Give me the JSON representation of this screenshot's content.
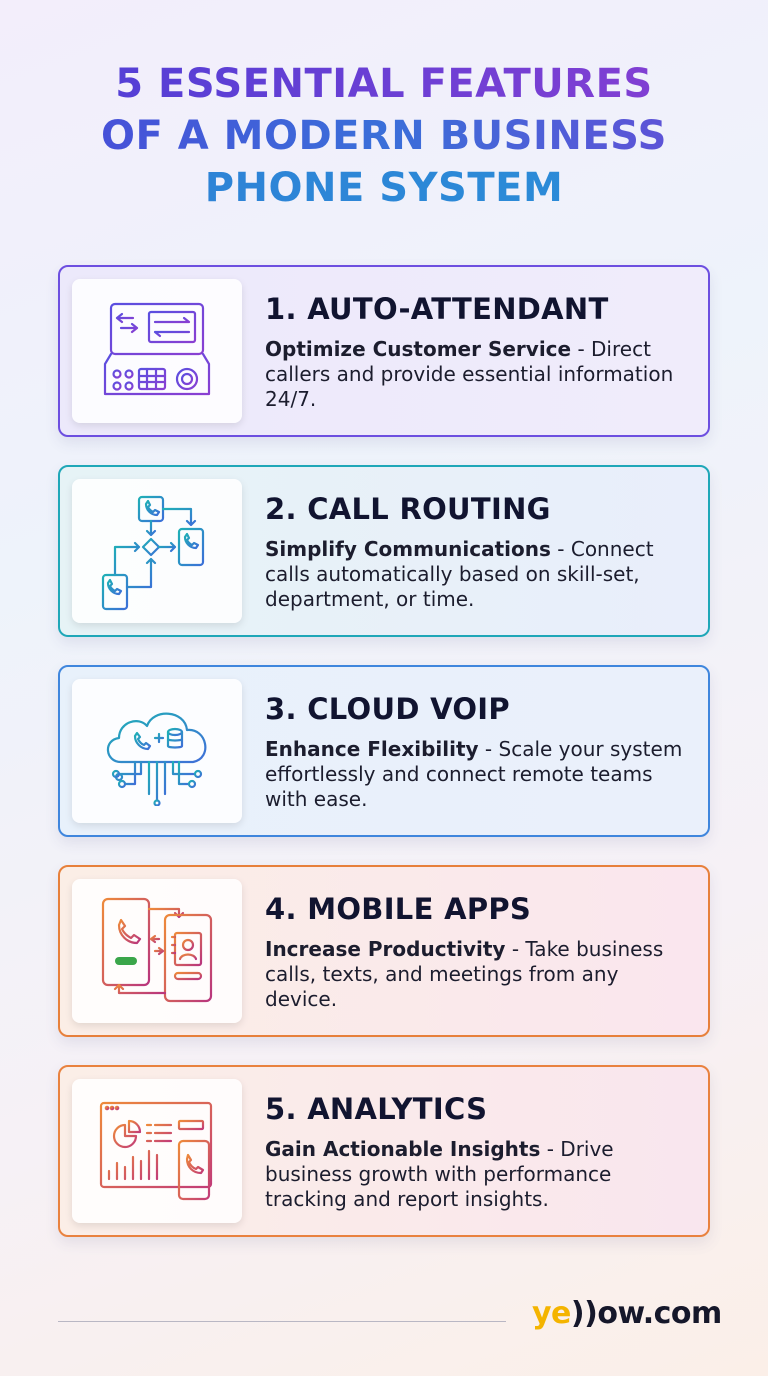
{
  "title": {
    "line1": "5 ESSENTIAL FEATURES",
    "line2": "OF A MODERN BUSINESS",
    "line3": "PHONE SYSTEM"
  },
  "features": [
    {
      "title": "1. AUTO-ATTENDANT",
      "lead": "Optimize Customer Service",
      "text": " - Direct callers and provide essential information 24/7.",
      "icon": "desk-phone-console-icon",
      "accent": "#6d4fe0"
    },
    {
      "title": "2. CALL ROUTING",
      "lead": "Simplify Communications",
      "text": " - Connect calls automatically based on skill-set, department, or time.",
      "icon": "call-routing-flow-icon",
      "accent": "#1fa7b8"
    },
    {
      "title": "3. CLOUD VOIP",
      "lead": "Enhance Flexibility",
      "text": " - Scale your system effortlessly and connect remote teams with ease.",
      "icon": "cloud-network-icon",
      "accent": "#3f86dd"
    },
    {
      "title": "4. MOBILE APPS",
      "lead": "Increase Productivity",
      "text": " - Take business calls, texts, and meetings from any device.",
      "icon": "mobile-phones-icon",
      "accent": "#e7803b"
    },
    {
      "title": "5. ANALYTICS",
      "lead": "Gain Actionable Insights",
      "text": " - Drive business growth with performance tracking and report insights.",
      "icon": "analytics-dashboard-icon",
      "accent": "#e9823f"
    }
  ],
  "logo": {
    "brand_part1": "ye",
    "brand_part2": "))ow.com"
  }
}
